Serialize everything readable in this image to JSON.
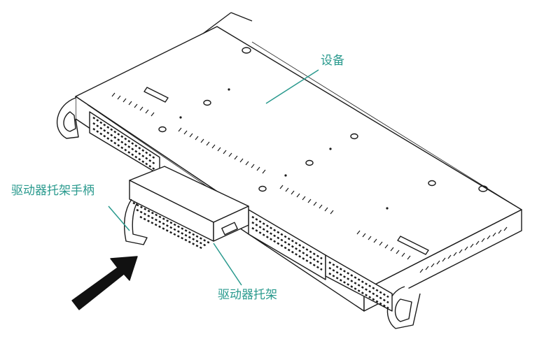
{
  "labels": {
    "device": "设备",
    "tray_handle": "驱动器托架手柄",
    "drive_tray": "驱动器托架"
  },
  "colors": {
    "callout": "#2a9a8e",
    "line_art": "#1a1a1a",
    "arrow": "#111111",
    "background": "#ffffff"
  }
}
